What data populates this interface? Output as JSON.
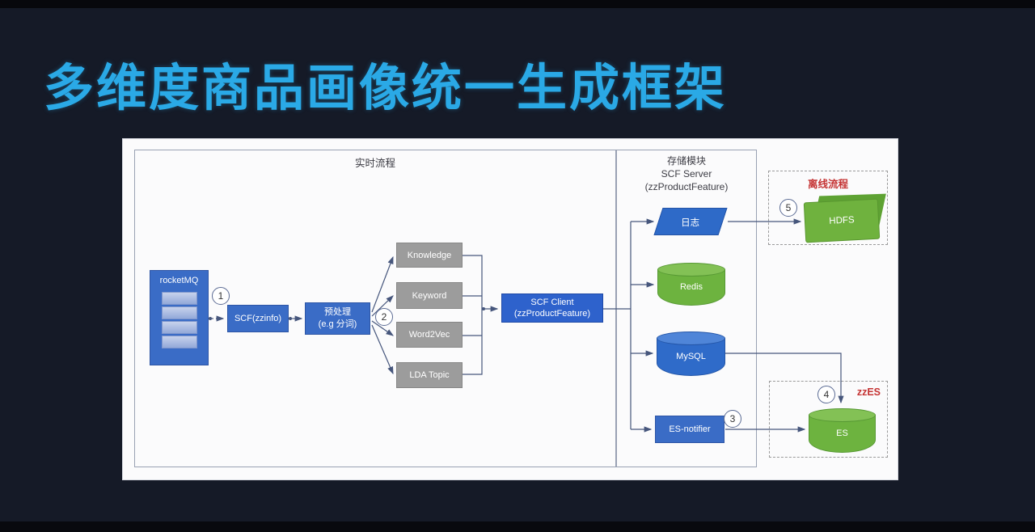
{
  "slide": {
    "title": "多维度商品画像统一生成框架"
  },
  "diagram": {
    "sections": {
      "realtime": {
        "label": "实时流程"
      },
      "storage": {
        "line1": "存储模块",
        "line2": "SCF Server",
        "line3": "(zzProductFeature)"
      },
      "offline": {
        "label": "离线流程"
      },
      "zzes": {
        "label": "zzES"
      }
    },
    "nodes": {
      "rocketmq": {
        "label": "rocketMQ"
      },
      "scf_zzinfo": {
        "label": "SCF(zzinfo)"
      },
      "preprocess": {
        "line1": "预处理",
        "line2": "(e.g 分词)"
      },
      "knowledge": {
        "label": "Knowledge"
      },
      "keyword": {
        "label": "Keyword"
      },
      "word2vec": {
        "label": "Word2Vec"
      },
      "lda_topic": {
        "label": "LDA Topic"
      },
      "scf_client": {
        "line1": "SCF Client",
        "line2": "(zzProductFeature)"
      },
      "log": {
        "label": "日志"
      },
      "hdfs": {
        "label": "HDFS"
      },
      "redis": {
        "label": "Redis"
      },
      "mysql": {
        "label": "MySQL"
      },
      "es_notifier": {
        "label": "ES-notifier"
      },
      "es": {
        "label": "ES"
      }
    },
    "steps": {
      "s1": "1",
      "s2": "2",
      "s3": "3",
      "s4": "4",
      "s5": "5"
    },
    "colors": {
      "title": "#2aa9e6",
      "background": "#151a27",
      "panel": "#fbfbfc",
      "box_blue": "#3a6cc6",
      "box_blue_bright": "#2e62cc",
      "box_gray": "#9c9c9c",
      "green": "#6db33f",
      "cylinder_blue": "#2f6bc9",
      "red_label": "#c53434",
      "line": "#46567c"
    }
  }
}
